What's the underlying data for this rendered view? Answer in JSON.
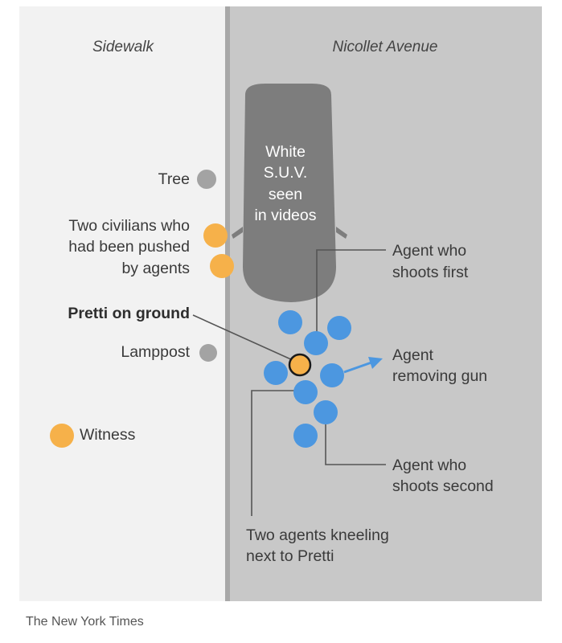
{
  "zones": {
    "sidewalk": "Sidewalk",
    "street": "Nicollet Avenue"
  },
  "suv_label": [
    "White",
    "S.U.V.",
    "seen",
    "in videos"
  ],
  "labels": {
    "tree": "Tree",
    "civilians": [
      "Two civilians who",
      "had been pushed",
      "by agents"
    ],
    "pretti": "Pretti on ground",
    "lamppost": "Lamppost",
    "witness": "Witness",
    "agent_first": [
      "Agent who",
      "shoots first"
    ],
    "agent_gun": [
      "Agent",
      "removing gun"
    ],
    "agent_second": [
      "Agent who",
      "shoots second"
    ],
    "kneeling": [
      "Two agents kneeling",
      "next to Pretti"
    ]
  },
  "credit": "The New York Times",
  "colors": {
    "sidewalk": "#f2f2f2",
    "street": "#c8c8c8",
    "curb": "#a8a8a8",
    "suv": "#7d7d7d",
    "agent": "#4c97e0",
    "civilian": "#f6b14a",
    "landmark": "#a3a3a3",
    "leader": "#555555"
  }
}
